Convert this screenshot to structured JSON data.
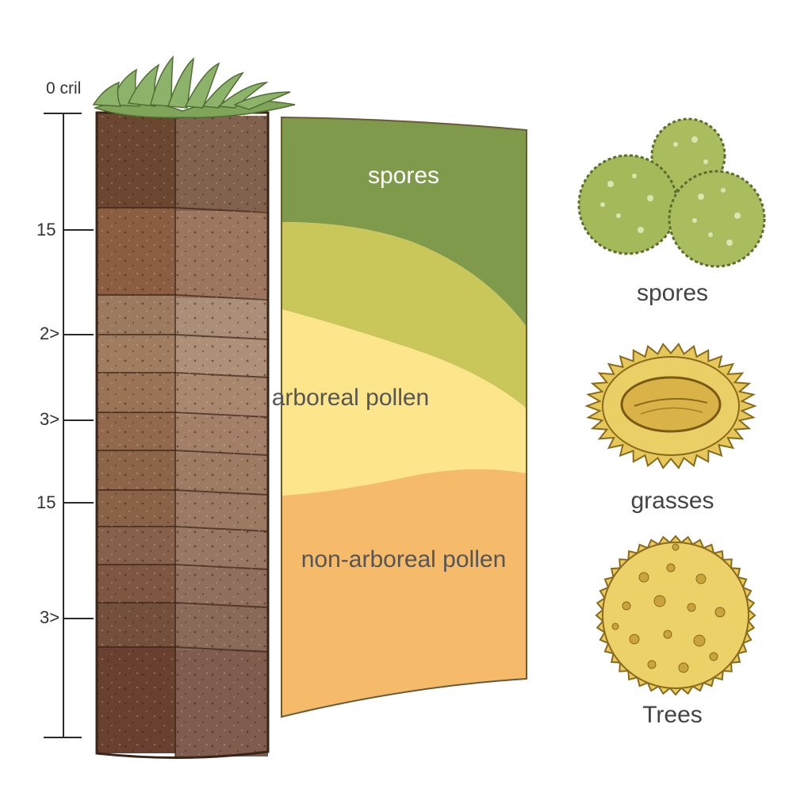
{
  "depth_scale": {
    "top_label": "0 cril",
    "ticks": [
      "15",
      "2>",
      "3>",
      "15",
      "3>"
    ]
  },
  "pollen_bands": [
    {
      "label": "spores",
      "color": "#7f9a4b",
      "text_color": "#ffffff"
    },
    {
      "label": "arboreal pollen",
      "color": "#c9c65a",
      "text_color": "#555555"
    },
    {
      "label": "",
      "color": "#fde58c",
      "text_color": "#555555"
    },
    {
      "label": "non-arboreal pollen",
      "color": "#f6bb6a",
      "text_color": "#555555"
    }
  ],
  "grains": [
    {
      "label": "spores",
      "icon": "spore-cluster-icon",
      "color": "#a9bd5e"
    },
    {
      "label": "grasses",
      "icon": "grass-pollen-icon",
      "color": "#e6c85a"
    },
    {
      "label": "Trees",
      "icon": "tree-pollen-icon",
      "color": "#e9cc5e"
    }
  ],
  "colors": {
    "soil_top": "#6b4630",
    "soil_mid": "#9c7356",
    "soil_bottom": "#6a4030",
    "grass": "#8db36a"
  }
}
